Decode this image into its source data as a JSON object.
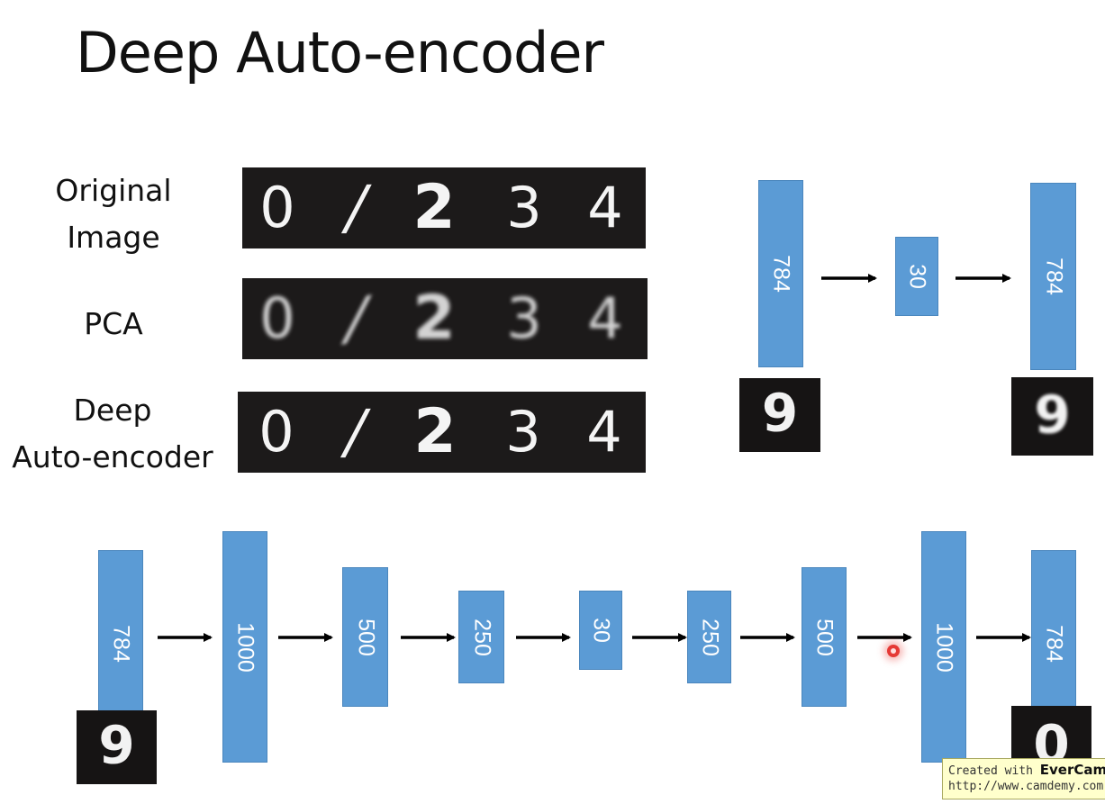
{
  "title": "Deep Auto-encoder",
  "comparison": {
    "rows": [
      {
        "label_line1": "Original",
        "label_line2": "Image",
        "digits": [
          "0",
          "/",
          "2",
          "3",
          "4"
        ]
      },
      {
        "label_line1": "PCA",
        "label_line2": "",
        "digits": [
          "0",
          "/",
          "2",
          "3",
          "4"
        ]
      },
      {
        "label_line1": "Deep",
        "label_line2": "Auto-encoder",
        "digits": [
          "0",
          "/",
          "2",
          "3",
          "4"
        ]
      }
    ]
  },
  "shallow_network": {
    "layers": [
      "784",
      "30",
      "784"
    ],
    "input_digit": "9",
    "output_digit": "9"
  },
  "deep_network": {
    "layers": [
      "784",
      "1000",
      "500",
      "250",
      "30",
      "250",
      "500",
      "1000",
      "784"
    ],
    "input_digit": "9",
    "output_digit": "0"
  },
  "watermark": {
    "line1_prefix": "Created with ",
    "line1_brand": "EverCam",
    "line2": "http://www.camdemy.com"
  },
  "colors": {
    "layer_fill": "#5b9bd5",
    "image_background": "#1c1a1a",
    "arrow": "#000000",
    "watermark_background": "#ffffcc",
    "cursor": "#e53935"
  }
}
